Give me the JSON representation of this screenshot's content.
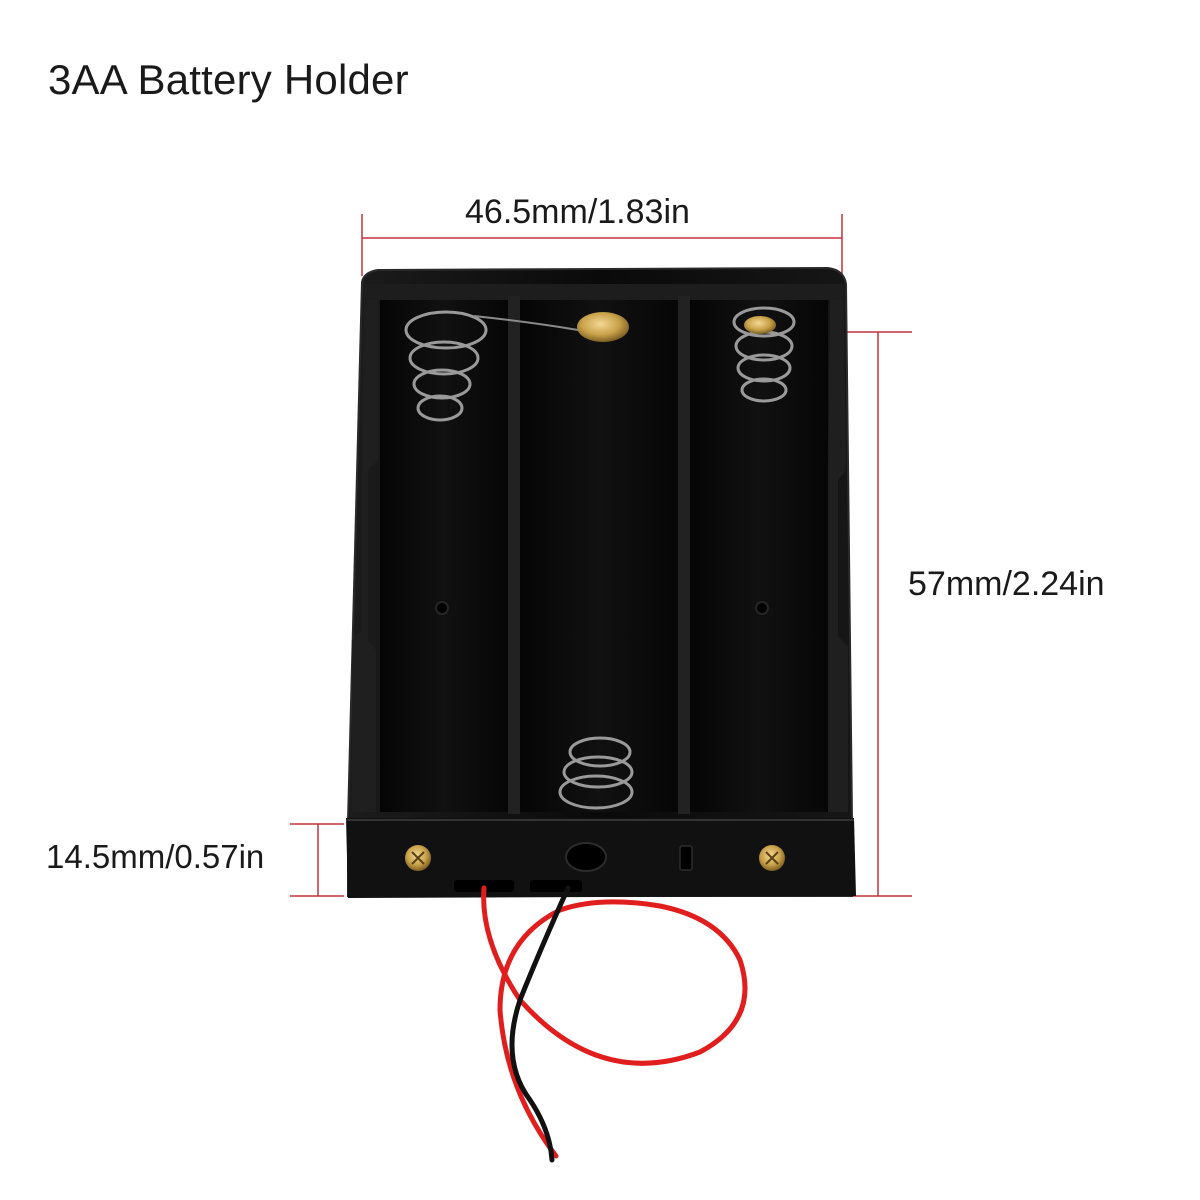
{
  "title": "3AA Battery Holder",
  "dimensions": {
    "width": "46.5mm/1.83in",
    "height": "57mm/2.24in",
    "depth": "14.5mm/0.57in"
  },
  "colors": {
    "dimension_line": "#c0323a",
    "holder_body": "#0b0b0b",
    "red_wire": "#e01e1e",
    "black_wire": "#111111",
    "brass_contact": "#c9a24a"
  }
}
